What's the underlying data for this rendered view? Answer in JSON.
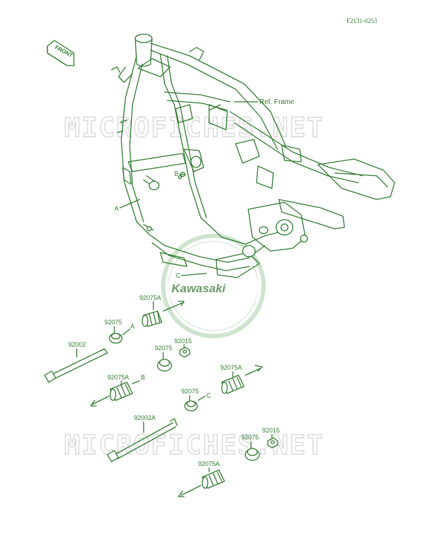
{
  "diagram_code": "F2131-0253",
  "front_label": "FRONT",
  "ref_frame_label": "Ref. Frame",
  "watermark_text": "MICROFICHES.NET",
  "logo_text": "Kawasaki",
  "points": {
    "a": "A",
    "b": "B",
    "c": "C"
  },
  "parts": {
    "p1": "92075A",
    "p2": "92075",
    "p3": "92002",
    "p4": "92075",
    "p5": "92015",
    "p6": "92075A",
    "p7": "92075A",
    "p8": "92075",
    "p9": "92002A",
    "p10": "92015",
    "p11": "92075",
    "p12": "92075A"
  },
  "colors": {
    "ink": "#2f7a2f",
    "watermark": "#d9d9d9"
  }
}
